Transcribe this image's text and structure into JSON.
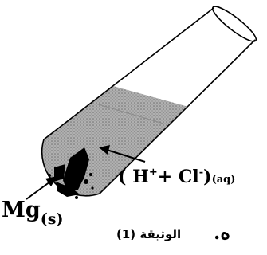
{
  "labels": {
    "acid_open": "( H",
    "acid_plus_sup": "+",
    "acid_mid": "+ Cl",
    "acid_minus_sup": "-",
    "acid_close": ")",
    "acid_state": "(aq)",
    "metal_symbol": "Mg",
    "metal_state": "(s)",
    "document_caption": "الوثيقة (1)",
    "trailing_text": "ه."
  },
  "colors": {
    "line": "#000000",
    "solution_fill": "#a8a8a8",
    "solution_dots": "#6e6e6e",
    "metal": "#000000",
    "background": "#ffffff"
  }
}
